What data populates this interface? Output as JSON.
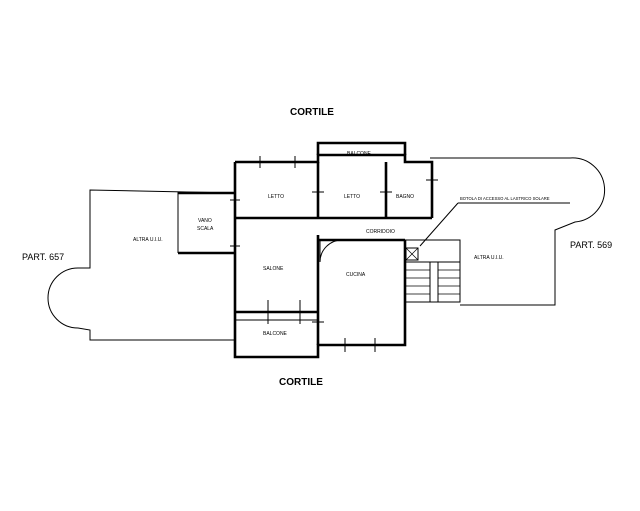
{
  "labels": {
    "cortile_top": "CORTILE",
    "cortile_bottom": "CORTILE",
    "part_left": "PART. 657",
    "part_right": "PART. 569",
    "altra_uiu_left": "ALTRA U.I.U.",
    "altra_uiu_right": "ALTRA U.I.U.",
    "vano_scala_1": "VANO",
    "vano_scala_2": "SCALA",
    "letto_1": "LETTO",
    "letto_2": "LETTO",
    "bagno": "BAGNO",
    "balcone_top": "BALCONE",
    "balcone_bottom": "BALCONE",
    "corridoio": "CORRIDOIO",
    "salone": "SALONE",
    "cucina": "CUCINA",
    "botola": "BOTOLA DI ACCESSO AL LASTRICO SOLARE"
  }
}
